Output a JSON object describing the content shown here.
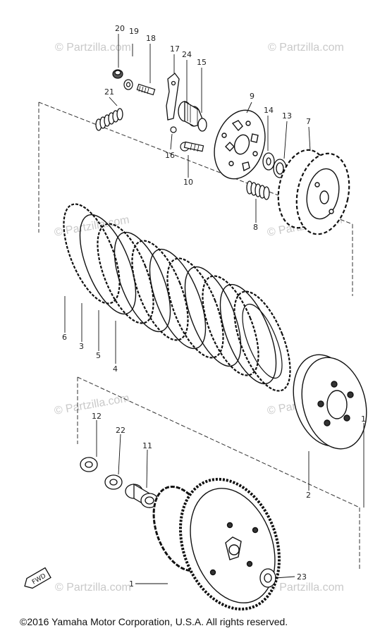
{
  "watermark": "© Partzilla.com",
  "copyright": "©2016  Yamaha Motor Corporation, U.S.A. All rights reserved.",
  "fwd_label": "FWD",
  "callouts": [
    "1",
    "2",
    "3",
    "4",
    "5",
    "6",
    "7",
    "8",
    "9",
    "10",
    "11",
    "12",
    "13",
    "14",
    "15",
    "16",
    "17",
    "18",
    "19",
    "20",
    "21",
    "22",
    "23",
    "24"
  ]
}
